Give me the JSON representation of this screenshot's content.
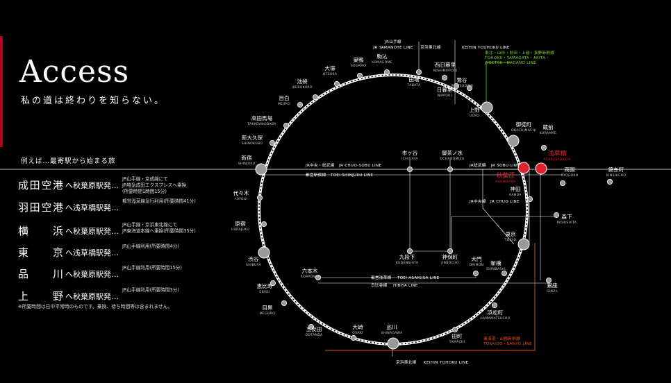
{
  "header": {
    "title": "Access",
    "subtitle": "私の道は終わりを知らない。"
  },
  "intro": "例えば…最寄駅から始まる旅",
  "routes": [
    {
      "from": "成田空港",
      "via": "へ秋葉原駅発…",
      "note": "JR山手線・京成線にて\nJR特急成田エクスプレスへ乗換\n(所要時間1時間15分)"
    },
    {
      "from": "羽田空港",
      "via": "へ浅草橋駅発…",
      "note": "都営浅草線急行利用(所要時間41分)"
    },
    {
      "from": "横　浜",
      "via": "へ秋葉原駅発…",
      "note": "JR山手線・京浜東北線にて\nJR東海道本線へ乗換(所要時間35分)"
    },
    {
      "from": "東　京",
      "via": "へ浅草橋駅発…",
      "note": "JR山手線利用(所要時間4分)"
    },
    {
      "from": "品　川",
      "via": "へ秋葉原駅発…",
      "note": "JR山手線利用(所要時間15分)"
    },
    {
      "from": "上　野",
      "via": "へ秋葉原駅発…",
      "note": "JR山手線利用(所要時間3分)"
    }
  ],
  "footnote": "※所要時間は日中平常時のものです。乗換、待ち時間等は含まれません。",
  "lines": {
    "yamanote": {
      "jp": "JR山手線",
      "en": "JR YAMANOTE LINE"
    },
    "keihin_top": {
      "jp": "京浜東北線",
      "en": "KEIHIN TOUHOKU LINE"
    },
    "shinkansen": {
      "l1": "東北・山形・秋田・上越・長野新幹線",
      "l2": "TOHOKU・YAMAGATA・AKITA・",
      "l3": "JYOETSU・NAGANO LINE"
    },
    "chuo_sobu": {
      "jp": "JR中央・総武線",
      "en": "JR CHUO-SOBU LINE"
    },
    "shinjuku": {
      "jp": "都営新宿線",
      "en": "TOEI SHINJUKU LINE"
    },
    "sobu": {
      "jp": "JR総武線",
      "en": "JR SOBU LINE"
    },
    "chuo": {
      "jp": "JR中央線",
      "en": "JR CHUO LINE"
    },
    "asakusa": {
      "jp": "都営浅草線",
      "en": "TOEI ASAKUSA LINE"
    },
    "hibiya": {
      "jp": "日比谷線",
      "en": "HIBIYA LINE"
    },
    "tokaido": {
      "l1": "東海道・山陽新幹線",
      "l2": "TOKAIDO・SANYO LINE"
    },
    "keihin_bottom": {
      "jp": "京浜東北線",
      "en": "KEIHIN TOHOKU LINE"
    }
  },
  "stations": [
    {
      "jp": "駒込",
      "en": "KOMAGOME"
    },
    {
      "jp": "巣鴨",
      "en": "SUGAMO"
    },
    {
      "jp": "大塚",
      "en": "OTSUKA"
    },
    {
      "jp": "池袋",
      "en": "IKEBUKURO"
    },
    {
      "jp": "目白",
      "en": "MEJIRO"
    },
    {
      "jp": "高田馬場",
      "en": "TAKADANOBABA"
    },
    {
      "jp": "新大久保",
      "en": "SHINOKUBO"
    },
    {
      "jp": "新宿",
      "en": "SHINJUKU"
    },
    {
      "jp": "代々木",
      "en": "YOYOGI"
    },
    {
      "jp": "原宿",
      "en": "HARAJUKU"
    },
    {
      "jp": "渋谷",
      "en": "SHIBUYA"
    },
    {
      "jp": "恵比寿",
      "en": "EBISU"
    },
    {
      "jp": "目黒",
      "en": "MEGURO"
    },
    {
      "jp": "五反田",
      "en": "GOTANDA"
    },
    {
      "jp": "大崎",
      "en": "OSAKI"
    },
    {
      "jp": "品川",
      "en": "SHINAGAWA"
    },
    {
      "jp": "田町",
      "en": "TAMACHI"
    },
    {
      "jp": "浜松町",
      "en": "HAMAMATSUCHO"
    },
    {
      "jp": "新橋",
      "en": "SHINBASHI"
    },
    {
      "jp": "東京",
      "en": "TOKYO"
    },
    {
      "jp": "神田",
      "en": "KANDA"
    },
    {
      "jp": "秋葉原",
      "en": "AKIHABARA"
    },
    {
      "jp": "御徒町",
      "en": "OKACHIMACHI"
    },
    {
      "jp": "上野",
      "en": "UENO"
    },
    {
      "jp": "鶯谷",
      "en": "UGUISUDANI"
    },
    {
      "jp": "日暮里",
      "en": "NIPPORI"
    },
    {
      "jp": "西日暮里",
      "en": "NISHINIPPORI"
    },
    {
      "jp": "田端",
      "en": "TABATA"
    },
    {
      "jp": "浅草橋",
      "en": "ASAKUSABASHI"
    },
    {
      "jp": "蔵前",
      "en": "KURAMAE"
    },
    {
      "jp": "両国",
      "en": "RYOGOKU"
    },
    {
      "jp": "錦糸町",
      "en": "KINSHICHO"
    },
    {
      "jp": "森下",
      "en": "MORISHITA"
    },
    {
      "jp": "銀座",
      "en": "GINZA"
    },
    {
      "jp": "大門",
      "en": "DAIMON"
    },
    {
      "jp": "六本木",
      "en": "ROPPONGI"
    },
    {
      "jp": "市ヶ谷",
      "en": "ICHIGAYA"
    },
    {
      "jp": "御茶ノ水",
      "en": "OCHANOMIZU"
    },
    {
      "jp": "九段下",
      "en": "KUDANSHITA"
    },
    {
      "jp": "神保町",
      "en": "JINBOCHO"
    }
  ],
  "colors": {
    "highlight": "#e0222e",
    "shinkansen": "#7ed321",
    "tokaido": "#e8541a",
    "accent": "#b3001b"
  }
}
